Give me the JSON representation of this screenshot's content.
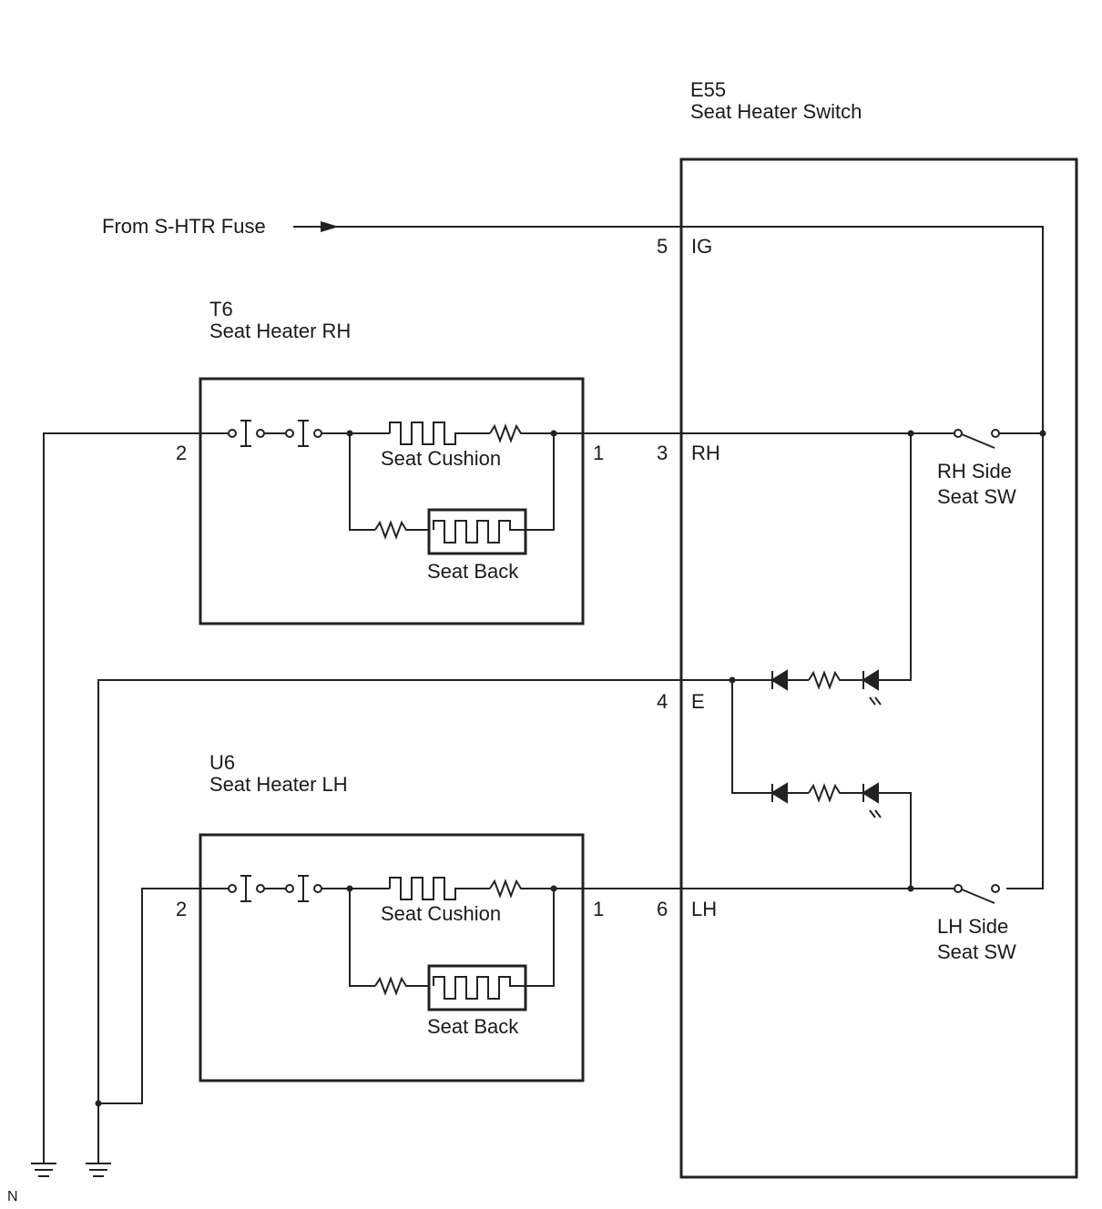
{
  "switch": {
    "code": "E55",
    "name": "Seat Heater Switch",
    "rh_switch_line1": "RH Side",
    "rh_switch_line2": "Seat SW",
    "lh_switch_line1": "LH Side",
    "lh_switch_line2": "Seat SW"
  },
  "feed": {
    "label": "From S-HTR Fuse"
  },
  "pins": [
    {
      "num": "5",
      "name": "IG"
    },
    {
      "num": "3",
      "name": "RH"
    },
    {
      "num": "4",
      "name": "E"
    },
    {
      "num": "6",
      "name": "LH"
    }
  ],
  "heater_rh": {
    "code": "T6",
    "name": "Seat Heater RH",
    "pin_left": "2",
    "pin_right": "1",
    "cushion_label": "Seat Cushion",
    "back_label": "Seat Back"
  },
  "heater_lh": {
    "code": "U6",
    "name": "Seat Heater LH",
    "pin_left": "2",
    "pin_right": "1",
    "cushion_label": "Seat Cushion",
    "back_label": "Seat Back"
  },
  "corner_mark": "N"
}
